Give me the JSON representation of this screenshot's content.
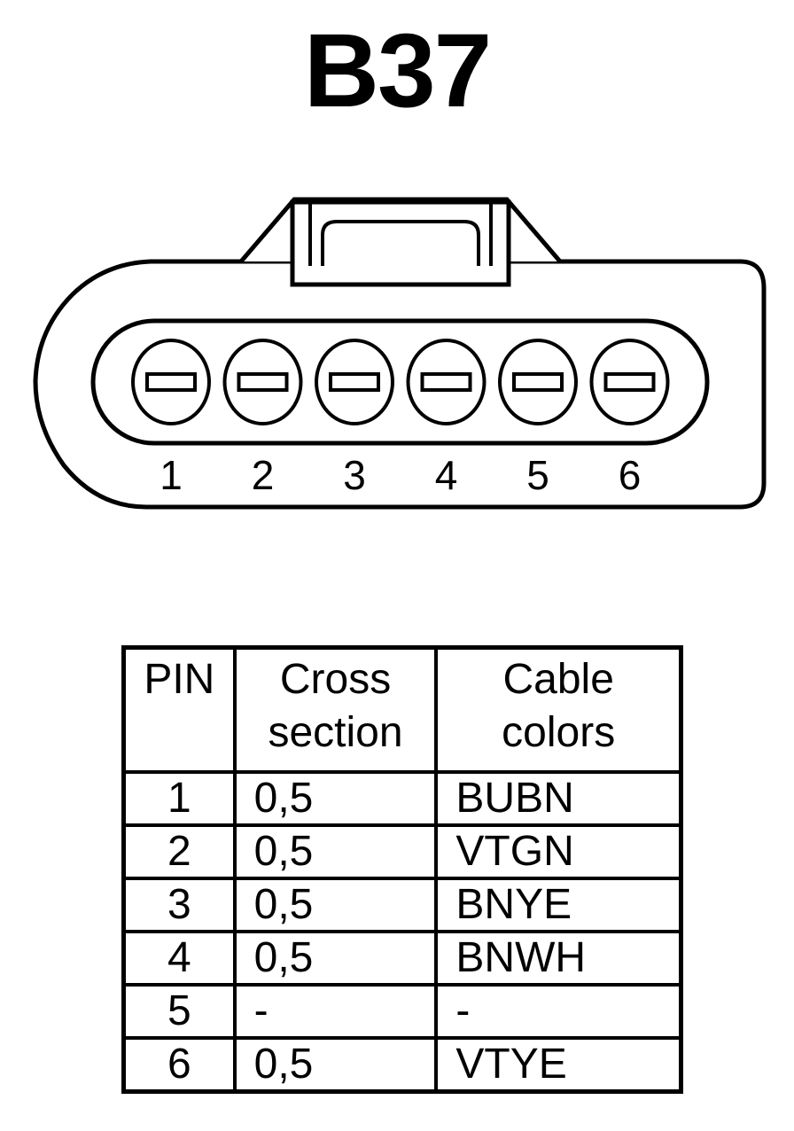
{
  "title": "B37",
  "pins": [
    "1",
    "2",
    "3",
    "4",
    "5",
    "6"
  ],
  "table": {
    "headers": {
      "pin": "PIN",
      "cross_line1": "Cross",
      "cross_line2": "section",
      "color_line1": "Cable",
      "color_line2": "colors"
    },
    "rows": [
      {
        "pin": "1",
        "cross": "0,5",
        "color": "BUBN"
      },
      {
        "pin": "2",
        "cross": "0,5",
        "color": "VTGN"
      },
      {
        "pin": "3",
        "cross": "0,5",
        "color": "BNYE"
      },
      {
        "pin": "4",
        "cross": "0,5",
        "color": "BNWH"
      },
      {
        "pin": "5",
        "cross": "-",
        "color": "-"
      },
      {
        "pin": "6",
        "cross": "0,5",
        "color": "VTYE"
      }
    ]
  }
}
